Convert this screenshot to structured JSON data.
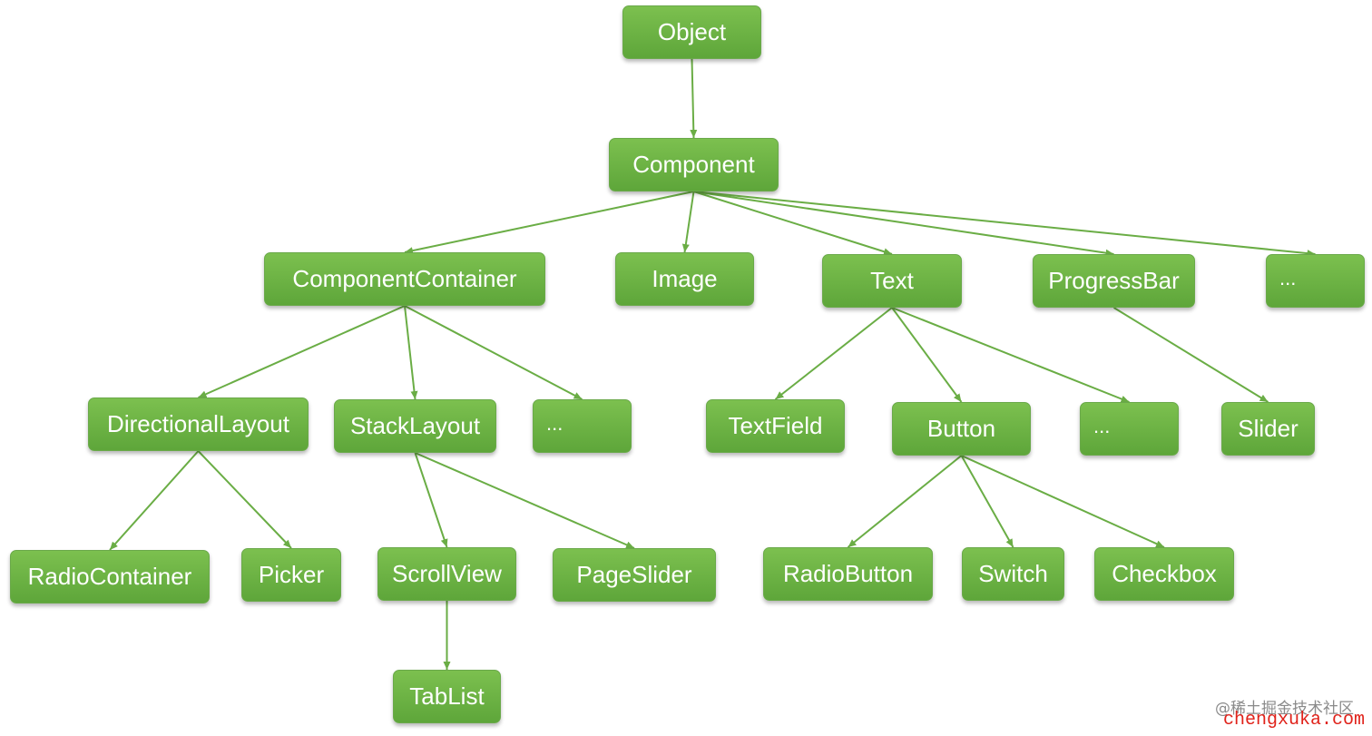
{
  "diagram": {
    "nodes": {
      "object": "Object",
      "component": "Component",
      "component_container": "ComponentContainer",
      "image": "Image",
      "text": "Text",
      "progress_bar": "ProgressBar",
      "more_top": "...",
      "directional_layout": "DirectionalLayout",
      "stack_layout": "StackLayout",
      "more_container": "...",
      "text_field": "TextField",
      "button": "Button",
      "more_text": "...",
      "slider": "Slider",
      "radio_container": "RadioContainer",
      "picker": "Picker",
      "scroll_view": "ScrollView",
      "page_slider": "PageSlider",
      "radio_button": "RadioButton",
      "switch": "Switch",
      "checkbox": "Checkbox",
      "tab_list": "TabList"
    },
    "edges": [
      [
        "object",
        "component"
      ],
      [
        "component",
        "component_container"
      ],
      [
        "component",
        "image"
      ],
      [
        "component",
        "text"
      ],
      [
        "component",
        "progress_bar"
      ],
      [
        "component",
        "more_top"
      ],
      [
        "component_container",
        "directional_layout"
      ],
      [
        "component_container",
        "stack_layout"
      ],
      [
        "component_container",
        "more_container"
      ],
      [
        "text",
        "text_field"
      ],
      [
        "text",
        "button"
      ],
      [
        "text",
        "more_text"
      ],
      [
        "progress_bar",
        "slider"
      ],
      [
        "directional_layout",
        "radio_container"
      ],
      [
        "directional_layout",
        "picker"
      ],
      [
        "stack_layout",
        "scroll_view"
      ],
      [
        "stack_layout",
        "page_slider"
      ],
      [
        "scroll_view",
        "tab_list"
      ],
      [
        "button",
        "radio_button"
      ],
      [
        "button",
        "switch"
      ],
      [
        "button",
        "checkbox"
      ]
    ],
    "edge_color": "#6aad45"
  },
  "watermark": "@稀土掘金技术社区",
  "site": "chengxuka.com"
}
